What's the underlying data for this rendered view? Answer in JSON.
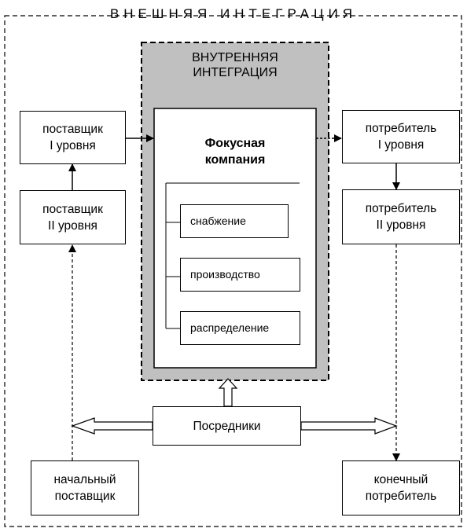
{
  "outer_title": "ВНЕШНЯЯ ИНТЕГРАЦИЯ",
  "inner_title": "ВНУТРЕННЯЯ\nИНТЕГРАЦИЯ",
  "focal_company": "Фокусная\nкомпания",
  "functions": [
    "снабжение",
    "производство",
    "распределение"
  ],
  "supplier_1": "поставщик\nI уровня",
  "supplier_2": "поставщик\nII уровня",
  "consumer_1": "потребитель\nI уровня",
  "consumer_2": "потребитель\nII уровня",
  "intermediaries": "Посредники",
  "initial_supplier": "начальный\nпоставщик",
  "final_consumer": "конечный\nпотребитель"
}
